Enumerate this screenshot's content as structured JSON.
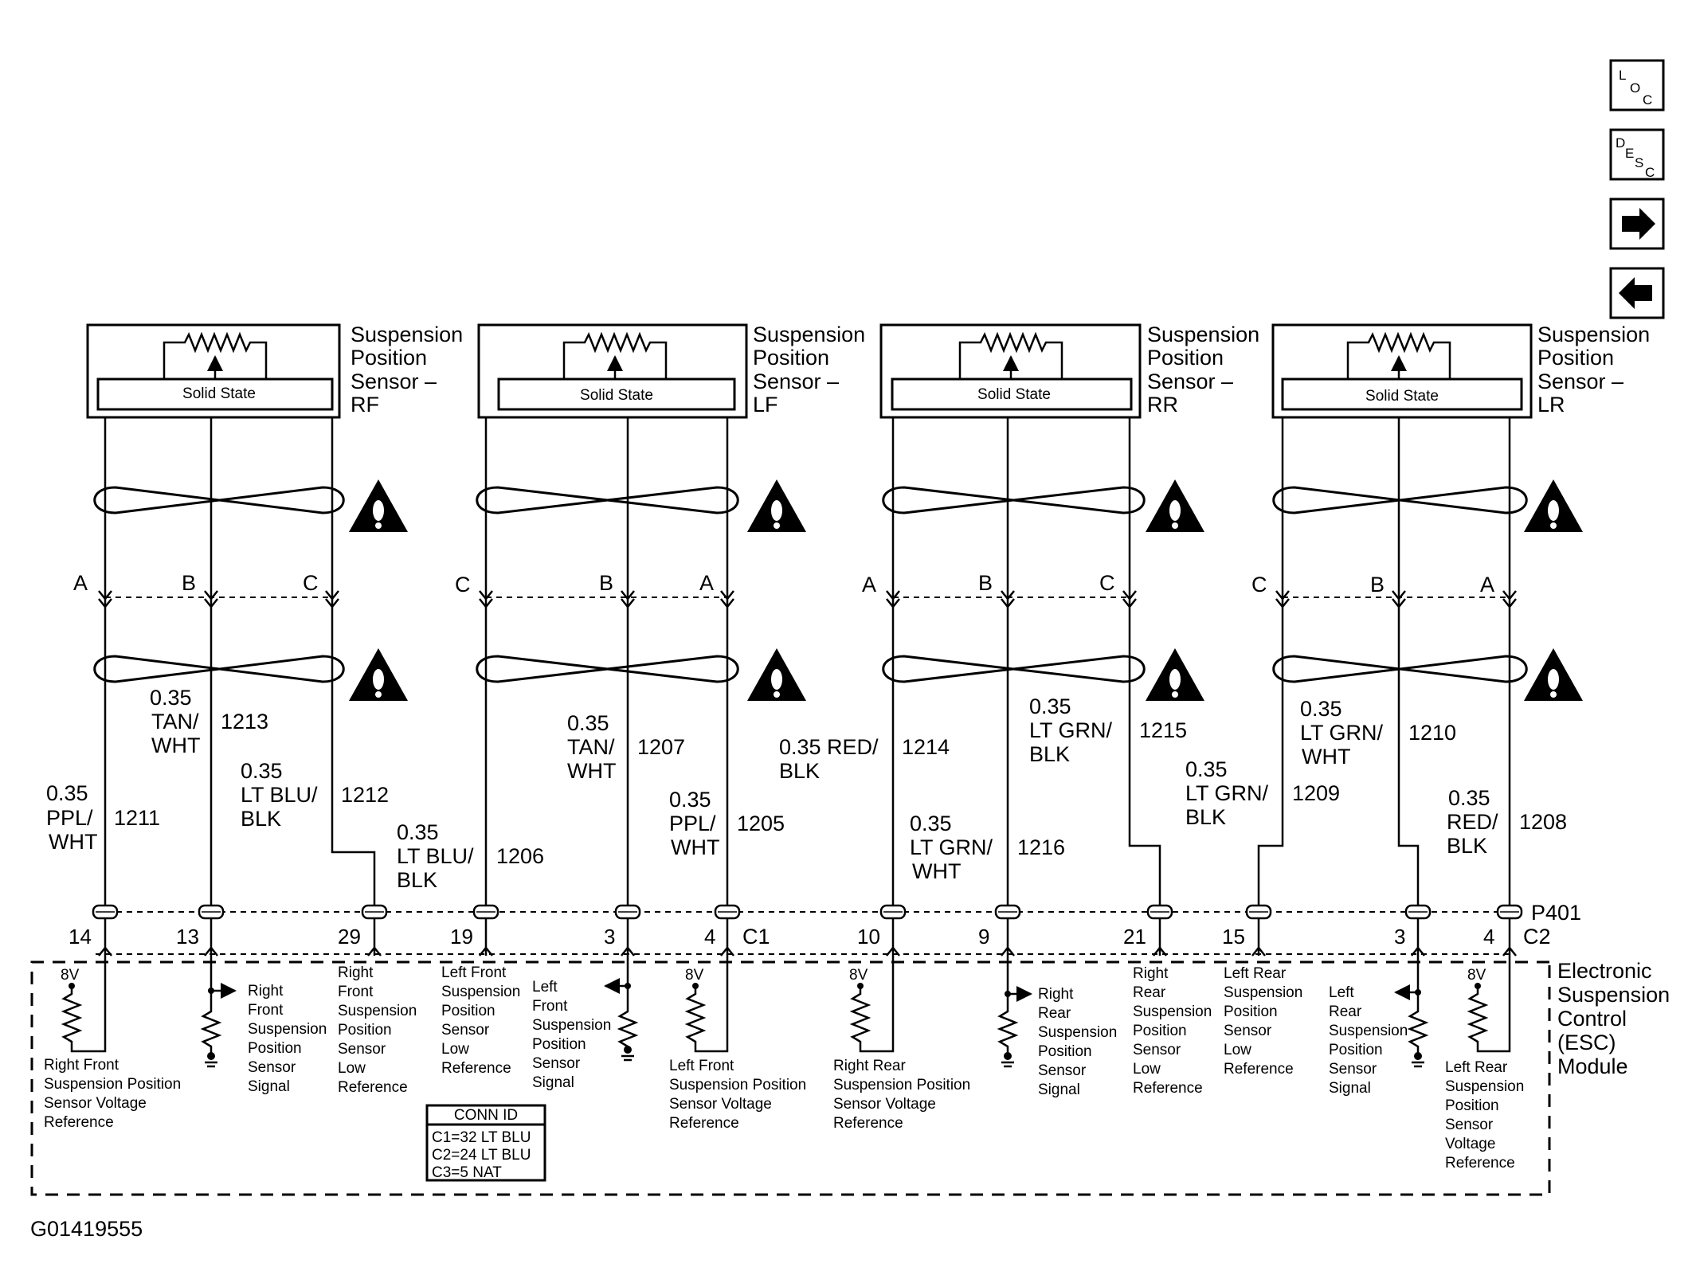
{
  "nav": {
    "loc": {
      "l1": "L",
      "l2": "O",
      "l3": "C"
    },
    "desc": {
      "l1": "D",
      "l2": "E",
      "l3": "S",
      "l4": "C"
    }
  },
  "sensors": [
    {
      "title1": "Suspension",
      "title2": "Position",
      "title3": "Sensor –",
      "title4": "RF",
      "inner": "Solid State"
    },
    {
      "title1": "Suspension",
      "title2": "Position",
      "title3": "Sensor –",
      "title4": "LF",
      "inner": "Solid State"
    },
    {
      "title1": "Suspension",
      "title2": "Position",
      "title3": "Sensor –",
      "title4": "RR",
      "inner": "Solid State"
    },
    {
      "title1": "Suspension",
      "title2": "Position",
      "title3": "Sensor –",
      "title4": "LR",
      "inner": "Solid State"
    }
  ],
  "terminals": [
    "A",
    "B",
    "C",
    "C",
    "B",
    "A",
    "A",
    "B",
    "C",
    "C",
    "B",
    "A"
  ],
  "wires": [
    {
      "l1": "0.35",
      "l2": "PPL/",
      "l3": "WHT",
      "circuit": "1211"
    },
    {
      "l1": "0.35",
      "l2": "TAN/",
      "l3": "WHT",
      "circuit": "1213"
    },
    {
      "l1": "0.35",
      "l2": "LT BLU/",
      "l3": "BLK",
      "circuit": "1212"
    },
    {
      "l1": "0.35",
      "l2": "LT BLU/",
      "l3": "BLK",
      "circuit": "1206"
    },
    {
      "l1": "0.35",
      "l2": "TAN/",
      "l3": "WHT",
      "circuit": "1207"
    },
    {
      "l1": "0.35",
      "l2": "PPL/",
      "l3": "WHT",
      "circuit": "1205"
    },
    {
      "l1": "0.35 RED/",
      "l2": "BLK",
      "l3": "",
      "circuit": "1214"
    },
    {
      "l1": "0.35",
      "l2": "LT GRN/",
      "l3": "WHT",
      "circuit": "1216"
    },
    {
      "l1": "0.35",
      "l2": "LT GRN/",
      "l3": "BLK",
      "circuit": "1215"
    },
    {
      "l1": "0.35",
      "l2": "LT GRN/",
      "l3": "BLK",
      "circuit": "1209"
    },
    {
      "l1": "0.35",
      "l2": "LT GRN/",
      "l3": "WHT",
      "circuit": "1210"
    },
    {
      "l1": "0.35",
      "l2": "RED/",
      "l3": "BLK",
      "circuit": "1208"
    }
  ],
  "connectors": {
    "p401": "P401",
    "c1": "C1",
    "c2": "C2",
    "pins": [
      "14",
      "13",
      "29",
      "19",
      "3",
      "4",
      "10",
      "9",
      "21",
      "15",
      "3",
      "4"
    ]
  },
  "module": {
    "l1": "Electronic",
    "l2": "Suspension",
    "l3": "Control",
    "l4": "(ESC)",
    "l5": "Module"
  },
  "voltage": "8V",
  "descriptions": {
    "rf_vref": [
      "Right Front",
      "Suspension Position",
      "Sensor Voltage",
      "Reference"
    ],
    "rf_signal": [
      "Right",
      "Front",
      "Suspension",
      "Position",
      "Sensor",
      "Signal"
    ],
    "rf_lowref": [
      "Right",
      "Front",
      "Suspension",
      "Position",
      "Sensor",
      "Low",
      "Reference"
    ],
    "lf_lowref": [
      "Left Front",
      "Suspension",
      "Position",
      "Sensor",
      "Low",
      "Reference"
    ],
    "lf_signal": [
      "Left",
      "Front",
      "Suspension",
      "Position",
      "Sensor",
      "Signal"
    ],
    "lf_vref": [
      "Left Front",
      "Suspension Position",
      "Sensor Voltage",
      "Reference"
    ],
    "rr_vref": [
      "Right Rear",
      "Suspension Position",
      "Sensor Voltage",
      "Reference"
    ],
    "rr_signal": [
      "Right",
      "Rear",
      "Suspension",
      "Position",
      "Sensor",
      "Signal"
    ],
    "rr_lowref": [
      "Right",
      "Rear",
      "Suspension",
      "Position",
      "Sensor",
      "Low",
      "Reference"
    ],
    "lr_lowref": [
      "Left Rear",
      "Suspension",
      "Position",
      "Sensor",
      "Low",
      "Reference"
    ],
    "lr_signal": [
      "Left",
      "Rear",
      "Suspension",
      "Position",
      "Sensor",
      "Signal"
    ],
    "lr_vref": [
      "Left Rear",
      "Suspension",
      "Position",
      "Sensor",
      "Voltage",
      "Reference"
    ]
  },
  "conn_id": {
    "title": "CONN ID",
    "r1": "C1=32 LT BLU",
    "r2": "C2=24 LT BLU",
    "r3": "C3=5 NAT"
  },
  "figure_id": "G01419555"
}
